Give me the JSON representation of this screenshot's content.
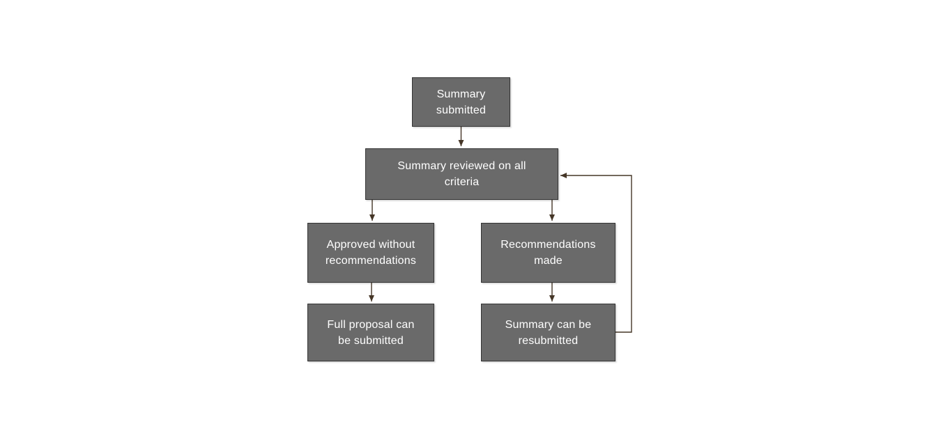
{
  "colors": {
    "background": "#ffffff",
    "node_fill": "#6a6a6a",
    "node_border": "#333333",
    "node_text": "#ffffff",
    "connector": "#453627"
  },
  "diagram": {
    "type": "flowchart",
    "nodes": [
      {
        "id": "summary-submitted",
        "label": "Summary submitted",
        "lines": [
          "Summary",
          "submitted"
        ]
      },
      {
        "id": "summary-reviewed-on-all-criteria",
        "label": "Summary reviewed on all criteria",
        "lines": [
          "Summary reviewed on all",
          "criteria"
        ]
      },
      {
        "id": "approved-without-recommendations",
        "label": "Approved without recommendations",
        "lines": [
          "Approved without",
          "recommendations"
        ]
      },
      {
        "id": "recommendations-made",
        "label": "Recommendations made",
        "lines": [
          "Recommendations",
          "made"
        ]
      },
      {
        "id": "full-proposal-can-be-submitted",
        "label": "Full proposal can be submitted",
        "lines": [
          "Full proposal can",
          "be submitted"
        ]
      },
      {
        "id": "summary-can-be-resubmitted",
        "label": "Summary can be resubmitted",
        "lines": [
          "Summary can be",
          "resubmitted"
        ]
      }
    ],
    "edges": [
      {
        "from": "summary-submitted",
        "to": "summary-reviewed-on-all-criteria"
      },
      {
        "from": "summary-reviewed-on-all-criteria",
        "to": "approved-without-recommendations"
      },
      {
        "from": "summary-reviewed-on-all-criteria",
        "to": "recommendations-made"
      },
      {
        "from": "approved-without-recommendations",
        "to": "full-proposal-can-be-submitted"
      },
      {
        "from": "recommendations-made",
        "to": "summary-can-be-resubmitted"
      },
      {
        "from": "summary-can-be-resubmitted",
        "to": "summary-reviewed-on-all-criteria"
      }
    ]
  }
}
